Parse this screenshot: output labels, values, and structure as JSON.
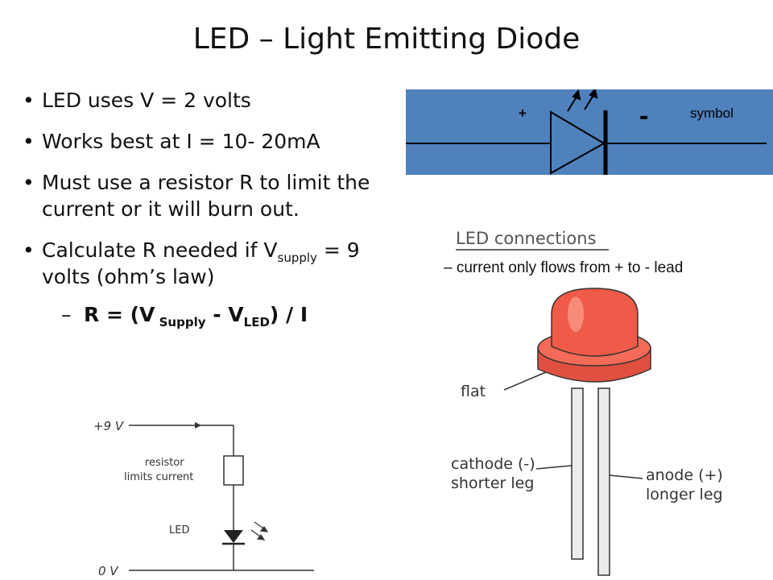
{
  "title": "LED – Light Emitting Diode",
  "bullets": {
    "b1": "LED uses V = 2 volts",
    "b2": "Works best at I = 10- 20mA",
    "b3": "Must use a resistor R to limit the current or it will burn out.",
    "b4_pre": "Calculate R needed if V",
    "b4_sub": "supply",
    "b4_post": " = 9 volts (ohm’s law)",
    "bullet_char": "•"
  },
  "formula": {
    "dash": "–",
    "pre": "R = (V",
    "sub1": " Supply",
    "mid": " - V",
    "sub2": "LED",
    "post": ") / I"
  },
  "symbol": {
    "plus": "+",
    "minus": "-",
    "label": "symbol"
  },
  "led_diagram": {
    "heading": "LED connections",
    "caption": "– current only flows from + to - lead",
    "flat": "flat",
    "cathode_1": "cathode (-)",
    "cathode_2": "shorter leg",
    "anode_1": "anode (+)",
    "anode_2": "longer leg"
  },
  "circuit": {
    "plus9v": "+9 V",
    "resistor_1": "resistor",
    "resistor_2": "limits current",
    "led": "LED",
    "zero_v": "0 V"
  },
  "colors": {
    "symbol_bg": "#4f81bd",
    "led_body": "#f05a48"
  }
}
